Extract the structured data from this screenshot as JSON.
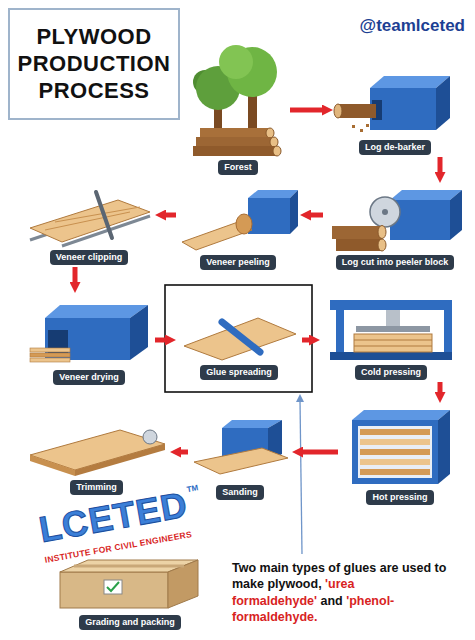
{
  "diagram": {
    "title": "PLYWOOD PRODUCTION PROCESS",
    "nodes": [
      {
        "text": [
          "Forest"
        ]
      },
      {
        "text": [
          "Log de-barker"
        ]
      },
      {
        "text": [
          "Log cut into peeler block"
        ]
      },
      {
        "text": [
          "Veneer peeling"
        ]
      },
      {
        "text": [
          "Veneer clipping"
        ]
      },
      {
        "text": [
          "Veneer drying"
        ]
      },
      {
        "text": [
          "Glue spreading"
        ]
      },
      {
        "text": [
          "Cold pressing"
        ]
      },
      {
        "text": [
          "Hot pressing"
        ]
      },
      {
        "text": [
          "Sanding"
        ]
      },
      {
        "text": [
          "Trimming"
        ]
      },
      {
        "text": [
          "Grading and packing"
        ]
      }
    ],
    "edges": [
      {
        "from": 0,
        "to": 1,
        "arrow": "to"
      },
      {
        "from": 1,
        "to": 2,
        "arrow": "to"
      },
      {
        "from": 2,
        "to": 3,
        "arrow": "to"
      },
      {
        "from": 3,
        "to": 4,
        "arrow": "to"
      },
      {
        "from": 4,
        "to": 5,
        "arrow": "to"
      },
      {
        "from": 5,
        "to": 6,
        "arrow": "to"
      },
      {
        "from": 6,
        "to": 7,
        "arrow": "to"
      },
      {
        "from": 7,
        "to": 8,
        "arrow": "to"
      },
      {
        "from": 8,
        "to": 9,
        "arrow": "to"
      },
      {
        "from": 9,
        "to": 10,
        "arrow": "to"
      }
    ],
    "labels": [
      "@teamlceted",
      "LCETED",
      "TM",
      "INSTITUTE FOR CIVIL ENGINEERS",
      "Two main types of glues are used to make plywood,",
      "'urea formaldehyde'",
      "and",
      "'phenol-formaldehyde."
    ]
  }
}
